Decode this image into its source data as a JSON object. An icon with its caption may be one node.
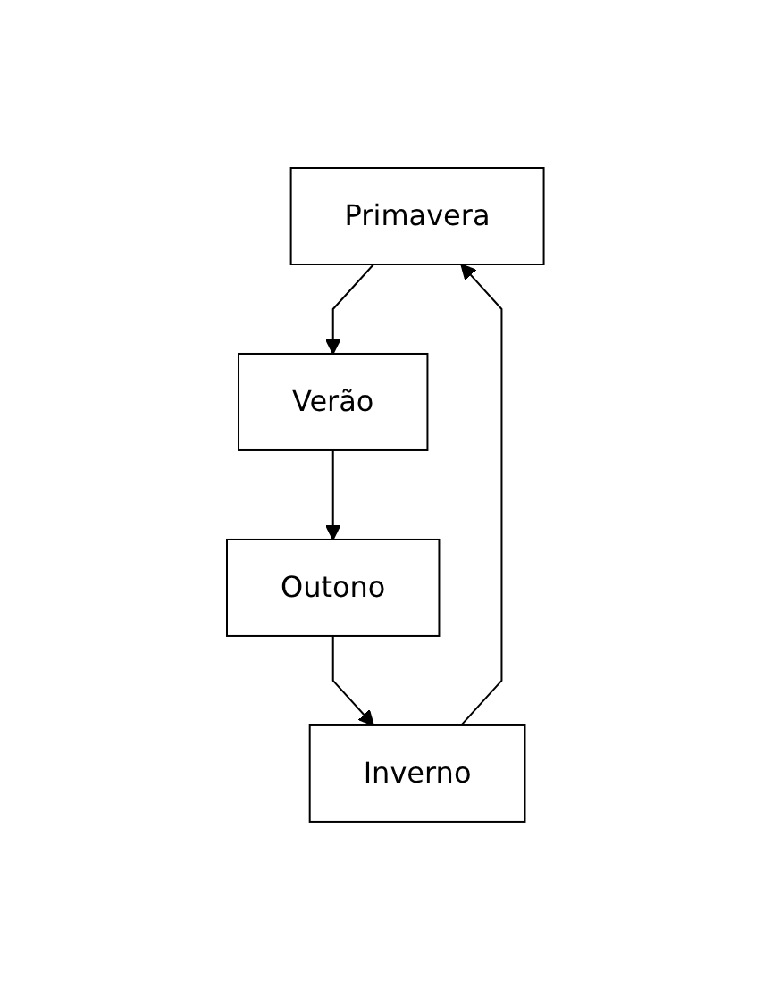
{
  "diagram": {
    "nodes": [
      {
        "text": [
          "Primavera"
        ]
      },
      {
        "text": [
          "Verão"
        ]
      },
      {
        "text": [
          "Outono"
        ]
      },
      {
        "text": [
          "Inverno"
        ]
      }
    ],
    "edges": [
      {
        "from": 0,
        "to": 1,
        "arrow": "to"
      },
      {
        "from": 1,
        "to": 2,
        "arrow": "to"
      },
      {
        "from": 2,
        "to": 3,
        "arrow": "to"
      },
      {
        "from": 3,
        "to": 0,
        "arrow": "to"
      }
    ]
  }
}
